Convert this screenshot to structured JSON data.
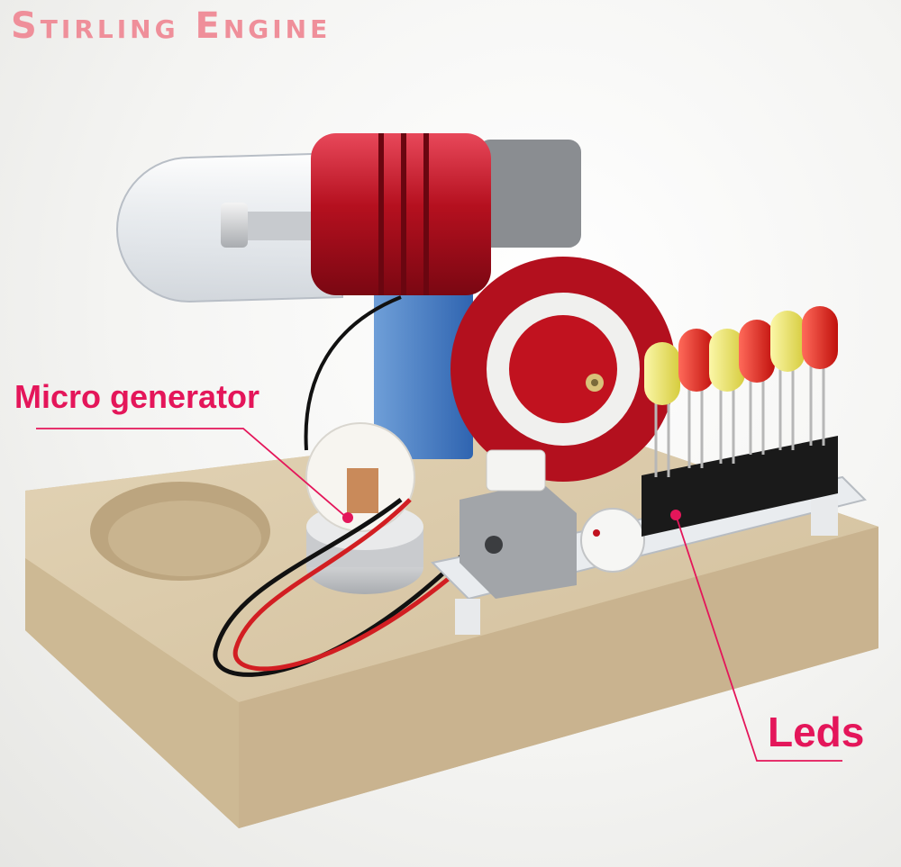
{
  "title": "Stirling Engine",
  "callouts": {
    "generator": "Micro generator",
    "leds": "Leds"
  },
  "colors": {
    "title": "#ef8f9a",
    "callout": "#e4165a",
    "engine_red": "#c0172a",
    "base_wood": "#d9c8a8",
    "led_red": "#e0201c",
    "led_yellow": "#eae35a"
  },
  "icons": {
    "engine": "stirling-engine-icon",
    "flywheel": "flywheel-icon",
    "generator": "generator-icon",
    "led": "led-icon"
  },
  "led_colors": [
    "yellow",
    "red",
    "yellow",
    "red",
    "yellow",
    "red"
  ]
}
